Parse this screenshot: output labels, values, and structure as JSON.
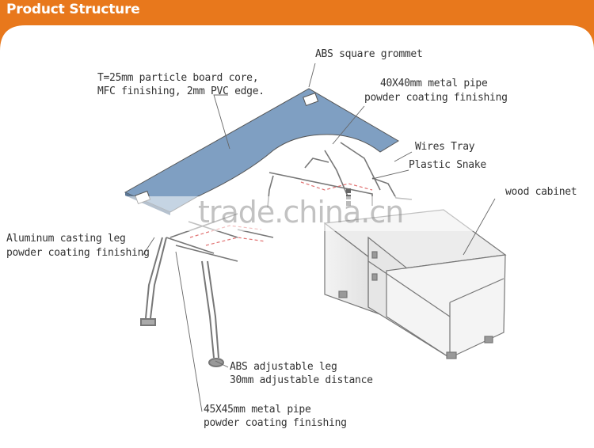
{
  "header": {
    "title": "Product Structure",
    "accent_color": "#e8781c"
  },
  "labels": {
    "board_line1": "T=25mm particle board core,",
    "board_line2": "MFC finishing, 2mm PVC edge.",
    "grommet": "ABS square grommet",
    "pipe40_line1": "40X40mm metal pipe",
    "pipe40_line2": "powder coating finishing",
    "wires_tray": "Wires Tray",
    "plastic_snake": "Plastic Snake",
    "cabinet": "wood cabinet",
    "leg_line1": "Aluminum casting leg",
    "leg_line2": "powder coating finishing",
    "adj_line1": "ABS adjustable leg",
    "adj_line2": "30mm adjustable distance",
    "pipe45_line1": "45X45mm metal pipe",
    "pipe45_line2": "powder coating finishing"
  },
  "watermark": "trade.china.cn",
  "colors": {
    "desktop": "#7f9fc2",
    "line": "#555555",
    "frame": "#777777"
  }
}
